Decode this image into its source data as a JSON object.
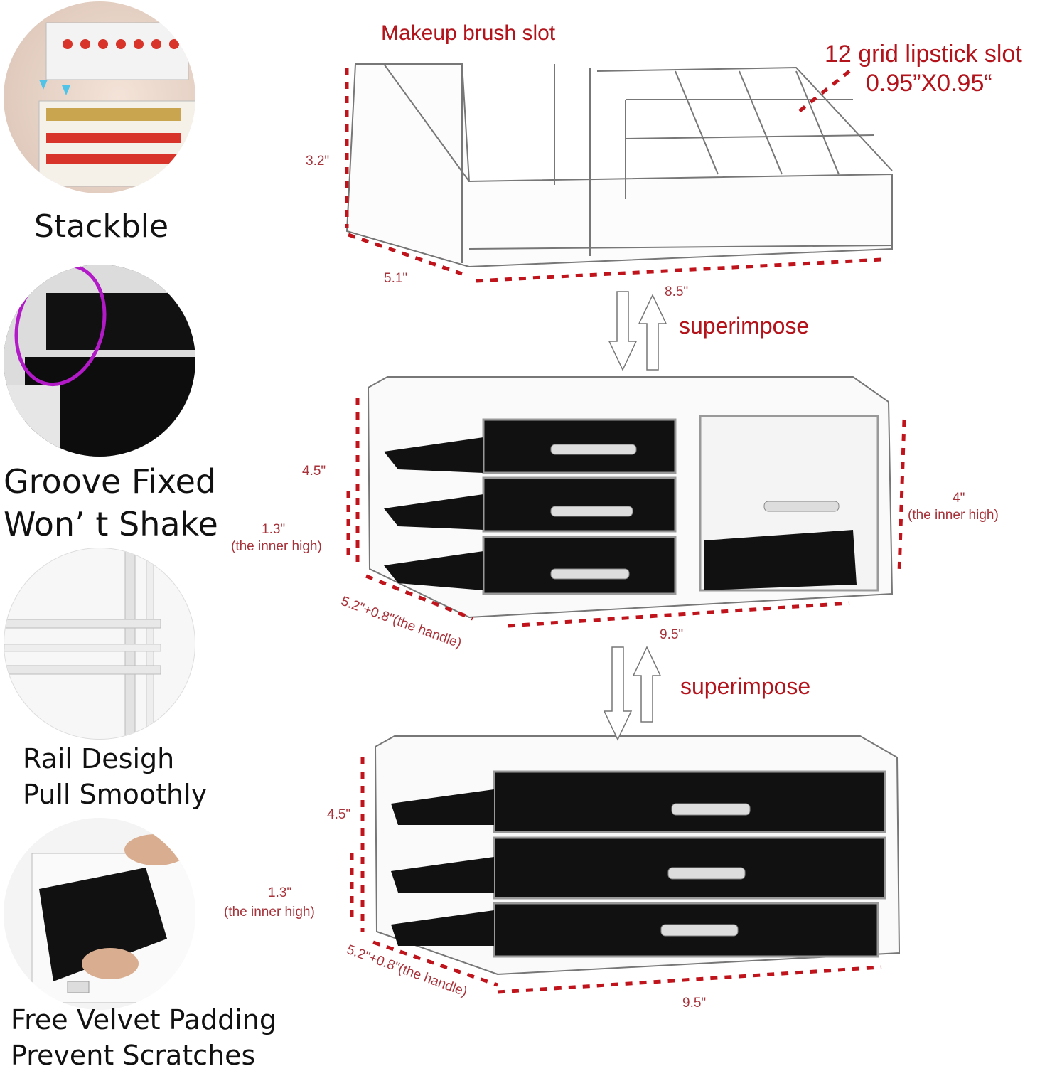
{
  "features": [
    {
      "lines": [
        "Stackble"
      ]
    },
    {
      "lines": [
        "Groove Fixed",
        "Won’ t Shake"
      ]
    },
    {
      "lines": [
        "Rail Desigh",
        "Pull Smoothly"
      ]
    },
    {
      "lines": [
        "Free Velvet Padding",
        "Prevent Scratches"
      ]
    }
  ],
  "top_unit": {
    "brush_label": "Makeup brush slot",
    "lipstick_label": "12 grid lipstick slot",
    "lipstick_size": "0.95”X0.95“",
    "height": "3.2\"",
    "depth": "5.1\"",
    "width": "8.5\""
  },
  "superimpose_label": "superimpose",
  "middle_unit": {
    "height": "4.5\"",
    "inner_high_small": "1.3\"",
    "inner_high_small_note": "(the inner high)",
    "inner_high_large": "4\"",
    "inner_high_large_note": "(the inner high)",
    "depth": "5.2\"+0.8\"(the handle)",
    "width": "9.5\""
  },
  "bottom_unit": {
    "height": "4.5\"",
    "inner_high": "1.3\"",
    "inner_high_note": "(the inner high)",
    "depth": "5.2\"+0.8\"(the handle)",
    "width": "9.5\""
  },
  "colors": {
    "dimension": "#b3141c",
    "velvet": "#111111"
  }
}
